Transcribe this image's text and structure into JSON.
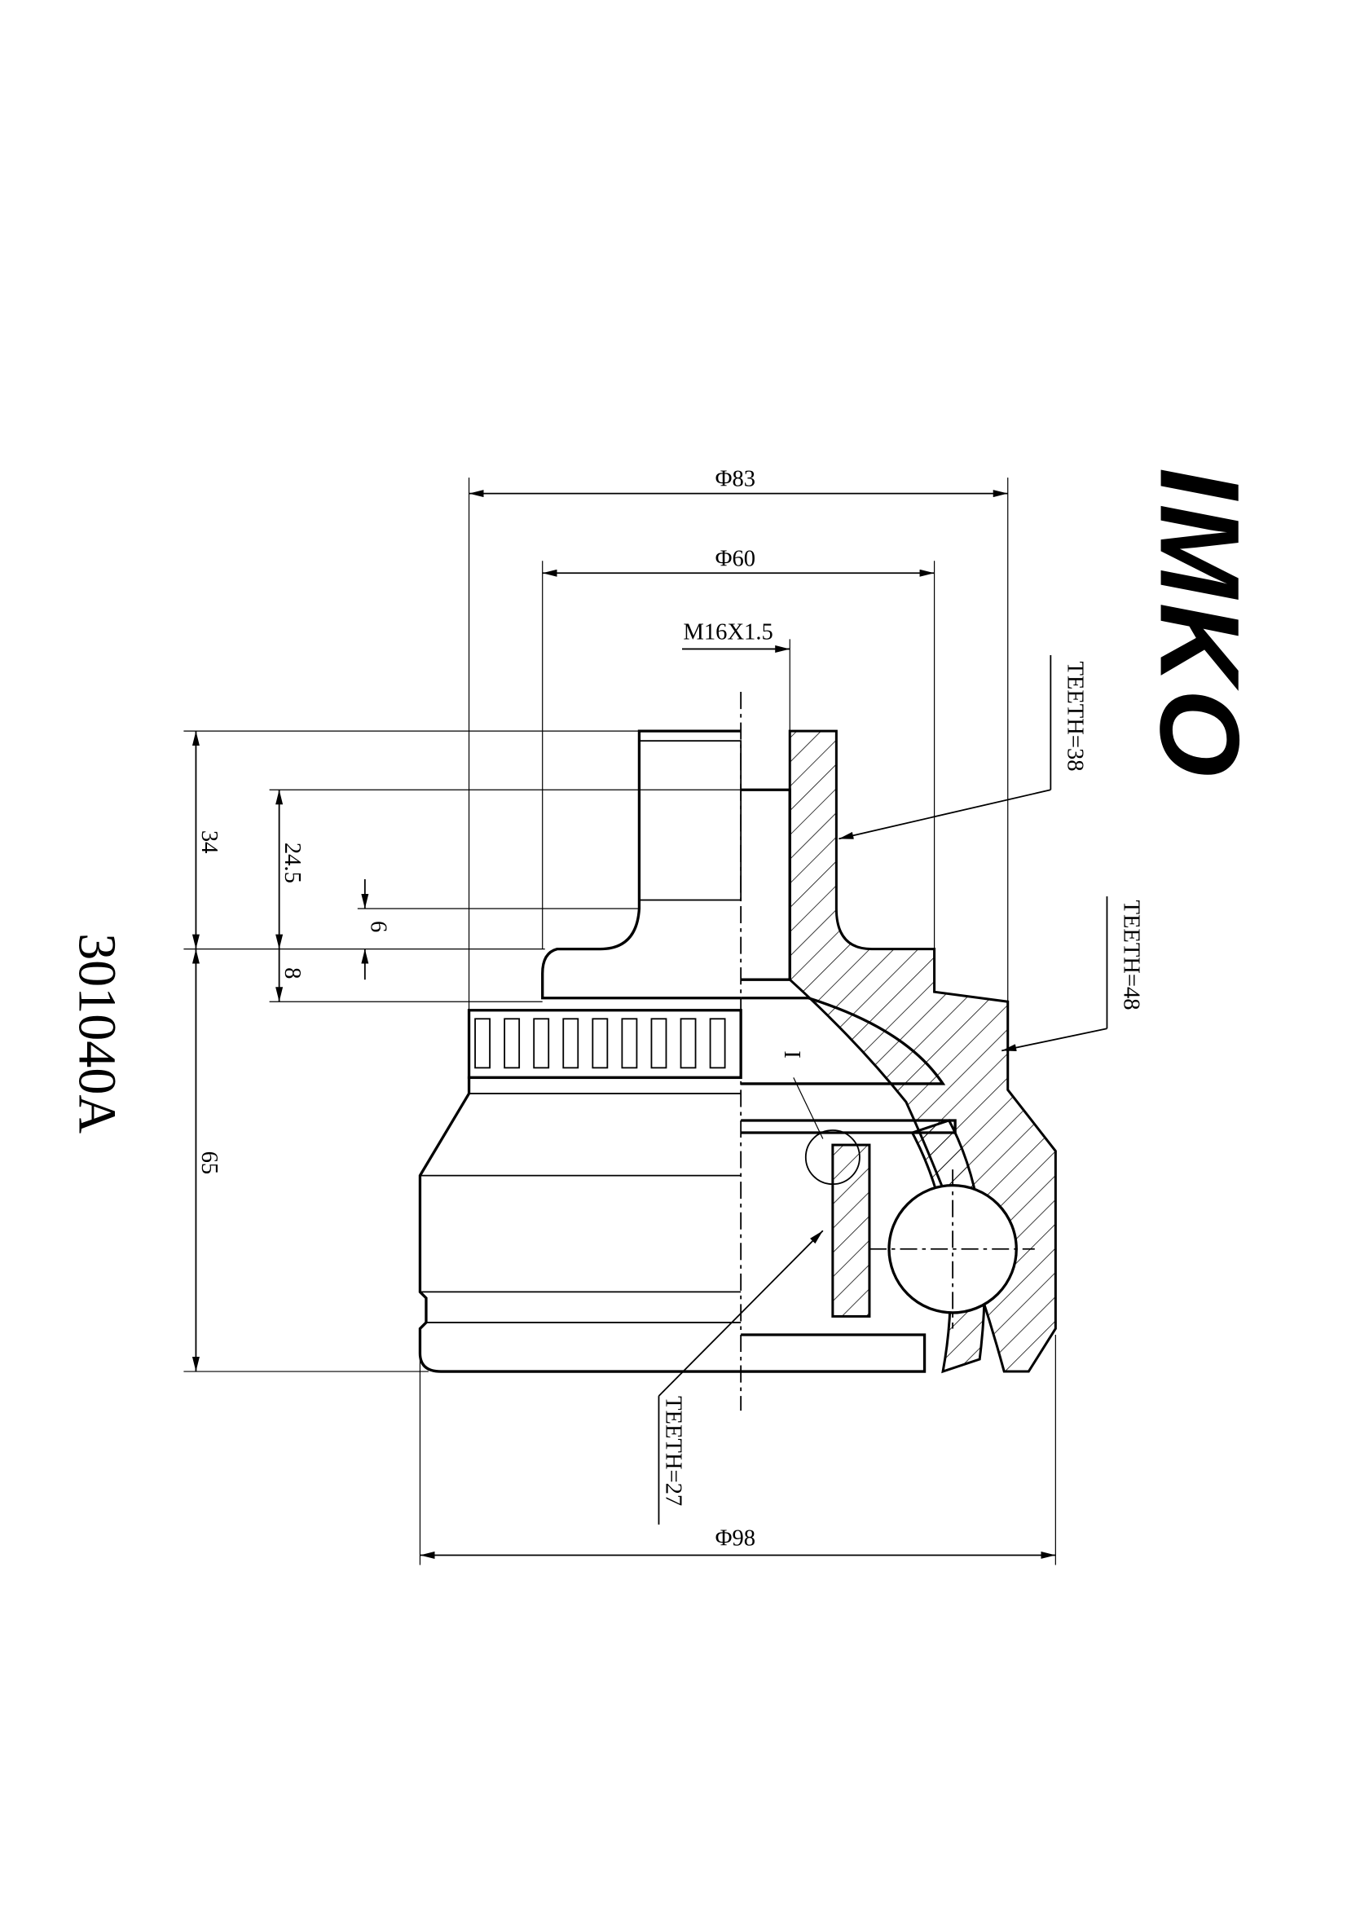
{
  "title": {
    "part_number": "301040A",
    "logo": "IMKO"
  },
  "dimensions": {
    "outer_diameter_top": "Φ83",
    "ring_diameter": "Φ60",
    "thread": "M16X1.5",
    "outer_diameter_bottom": "Φ98",
    "height_stub": "34",
    "height_thread": "24.5",
    "height_shoulder": "6",
    "height_step": "8",
    "height_body": "65"
  },
  "callouts": {
    "teeth_outer_spline": "TEETH=38",
    "teeth_abs_ring": "TEETH=48",
    "teeth_inner_spline": "TEETH=27",
    "detail_marker": "I"
  }
}
